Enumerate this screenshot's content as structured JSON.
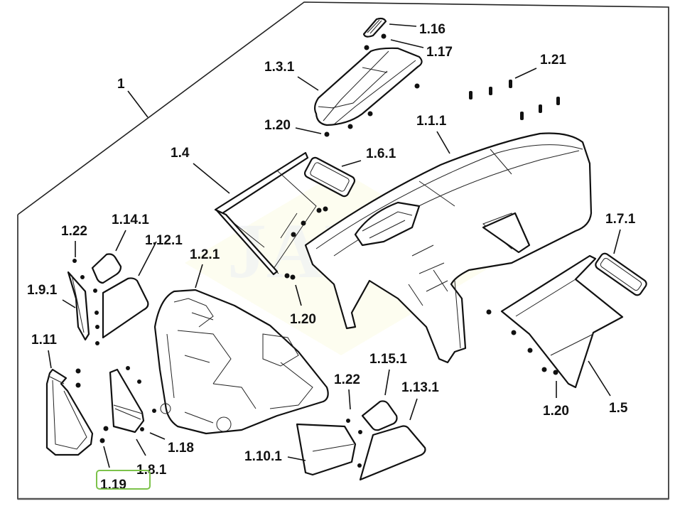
{
  "diagram": {
    "title": "Exploded parts view - body panels",
    "watermark": "JAI",
    "highlight_color": "#7cc24a",
    "highlighted_callout": "1.19",
    "callouts": {
      "c1": "1",
      "c1_3_1": "1.3.1",
      "c1_16": "1.16",
      "c1_17": "1.17",
      "c1_21": "1.21",
      "c1_20_top": "1.20",
      "c1_1_1": "1.1.1",
      "c1_4": "1.4",
      "c1_6_1": "1.6.1",
      "c1_22_left": "1.22",
      "c1_14_1": "1.14.1",
      "c1_12_1": "1.12.1",
      "c1_2_1": "1.2.1",
      "c1_7_1": "1.7.1",
      "c1_9_1": "1.9.1",
      "c1_20_mid": "1.20",
      "c1_11": "1.11",
      "c1_15_1": "1.15.1",
      "c1_22_right": "1.22",
      "c1_13_1": "1.13.1",
      "c1_20_right": "1.20",
      "c1_5": "1.5",
      "c1_18": "1.18",
      "c1_10_1": "1.10.1",
      "c1_8_1": "1.8.1",
      "c1_19": "1.19"
    }
  }
}
